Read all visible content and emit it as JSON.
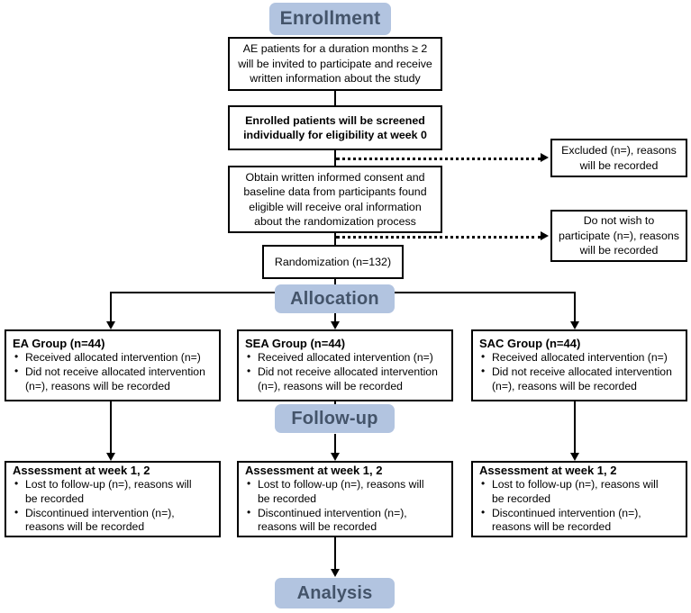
{
  "diagram": {
    "title": "CONSORT participant flow diagram",
    "accent_color": "#b2c4e0",
    "banner_text_color": "#44546a",
    "line_color": "#000000"
  },
  "banners": {
    "enrollment": "Enrollment",
    "allocation": "Allocation",
    "followup": "Follow-up",
    "analysis": "Analysis"
  },
  "enrollment": {
    "invitation": "AE patients for a duration months ≥ 2\nwill be invited to participate and receive\nwritten information about the study",
    "screening": "Enrolled patients will be screened\nindividually for eligibility at week 0",
    "consent": "Obtain written informed consent and\nbaseline data from participants found\neligible  will receive oral information\nabout the randomization process",
    "randomization": "Randomization (n=132)",
    "excluded": "Excluded (n=), reasons\nwill be recorded",
    "declined": "Do not wish to\nparticipate (n=), reasons\nwill be recorded"
  },
  "allocation_groups": [
    {
      "title": "EA Group (n=44)",
      "bullets": [
        "Received allocated intervention (n=)",
        "Did not receive allocated intervention\n(n=), reasons will be recorded"
      ]
    },
    {
      "title": "SEA Group (n=44)",
      "bullets": [
        "Received allocated intervention (n=)",
        "Did not receive allocated intervention\n(n=), reasons will be recorded"
      ]
    },
    {
      "title": "SAC Group (n=44)",
      "bullets": [
        "Received allocated intervention (n=)",
        "Did not receive allocated intervention\n(n=), reasons will be recorded"
      ]
    }
  ],
  "followup_groups": [
    {
      "title": "Assessment at week 1, 2",
      "bullets": [
        "Lost to follow-up (n=), reasons will\nbe recorded",
        "Discontinued intervention (n=),\nreasons will be recorded"
      ]
    },
    {
      "title": "Assessment at week 1, 2",
      "bullets": [
        "Lost to follow-up (n=), reasons will\nbe recorded",
        "Discontinued intervention (n=),\nreasons will be recorded"
      ]
    },
    {
      "title": "Assessment at week 1, 2",
      "bullets": [
        "Lost to follow-up (n=), reasons will\nbe recorded",
        "Discontinued intervention (n=),\nreasons will be recorded"
      ]
    }
  ]
}
